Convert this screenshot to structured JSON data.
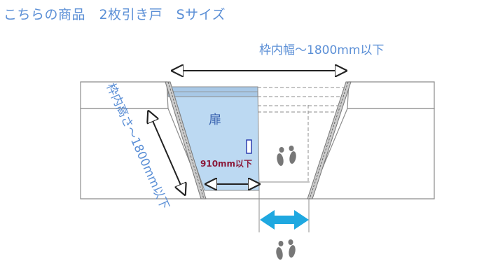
{
  "title": "こちらの商品　2枚引き戸　Sサイズ",
  "labels": {
    "frame_width": "枠内幅〜1800mm以下",
    "frame_height": "枠内高さ〜1800mm以下",
    "door": "扉",
    "door_width": "910mm以下"
  },
  "colors": {
    "label_text": "#5b8fd6",
    "door_fill": "#bcd9f2",
    "door_width_text": "#8b1a3a",
    "opening_arrow": "#1fa8e0"
  },
  "icons": {
    "footprints": "footprints-icon"
  }
}
